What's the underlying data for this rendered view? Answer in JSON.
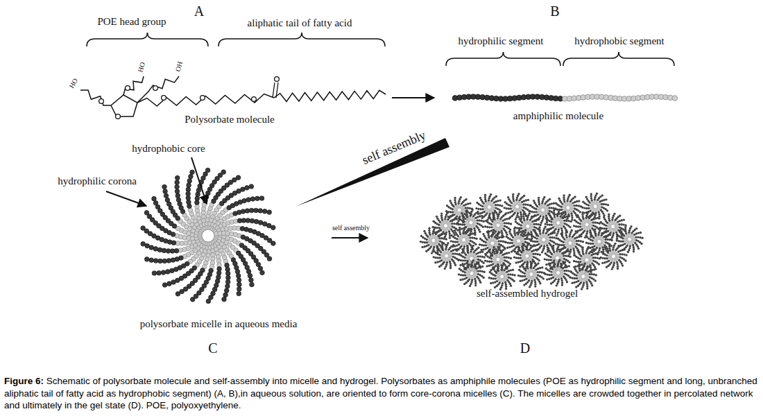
{
  "diagram": {
    "caption": "Figure 6: Schematic of polysorbate molecule and self-assembly into micelle and hydrogel. Polysorbates as amphiphile molecules (POE as hydrophilic segment and long, unbranched aliphatic tail of fatty acid as hydrophobic segment) (A, B),in aqueous solution, are oriented to form core-corona micelles (C). The micelles are crowded together in percolated network and ultimately in the gel state (D). POE, polyoxyethylene.",
    "labels": [
      "A",
      "POE head group",
      "aliphatic tail of fatty acid",
      "HO",
      "HO",
      "OH",
      "Polysorbate molecule",
      "B",
      "hydrophilic segment",
      "hydrophobic segment",
      "amphiphilic molecule",
      "hydrophobic core",
      "hydrophilic corona",
      "self assembly",
      "self assembly",
      "polysorbate micelle in aqueous media",
      "C",
      "D",
      "self-assembled hydrogel"
    ]
  }
}
